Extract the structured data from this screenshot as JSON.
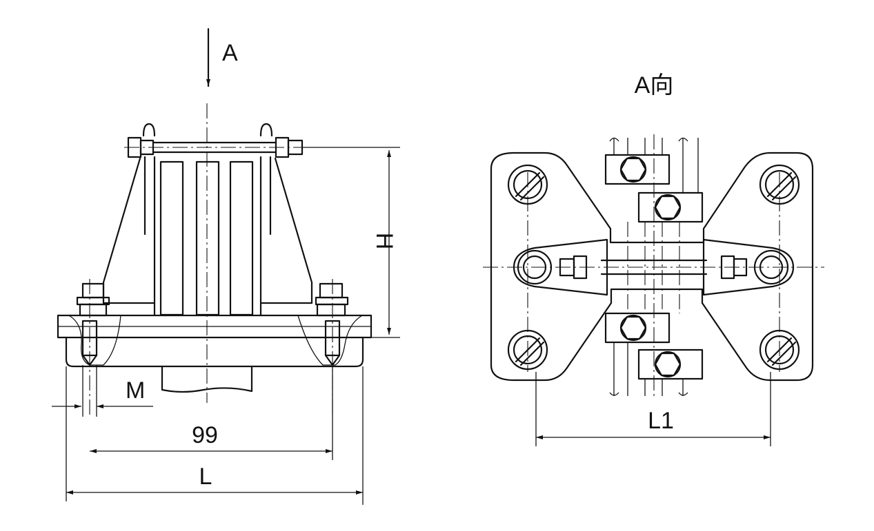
{
  "front_view": {
    "view_arrow_label": "A",
    "dim_height": "H",
    "dim_bolt": "M",
    "dim_hole_spacing": "99",
    "dim_length": "L"
  },
  "top_view": {
    "title": "A向",
    "dim_length": "L1"
  }
}
